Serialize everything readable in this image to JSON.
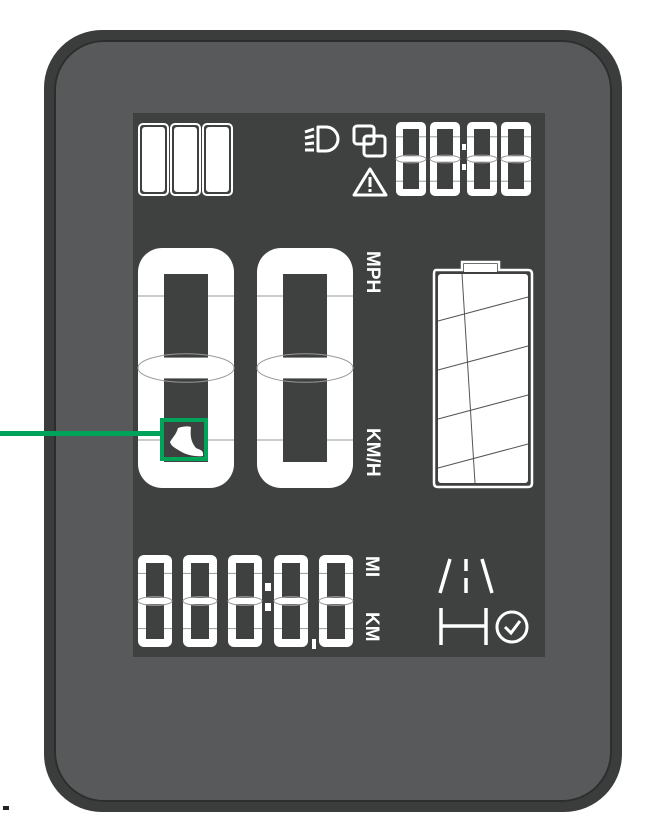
{
  "units": {
    "speed_imperial": "MPH",
    "speed_metric": "KM/H",
    "distance_imperial": "MI",
    "distance_metric": "KM"
  },
  "icons": {
    "assist_bars": "assist-level-bars-icon",
    "headlight": "headlight-icon",
    "multi_window": "overlap-squares-icon",
    "warning": "warning-triangle-icon",
    "battery": "battery-icon",
    "walk": "walk-assist-foot-icon",
    "trip": "road-trip-icon",
    "ride_time": "distance-clock-icon"
  },
  "battery": {
    "segments": 5
  },
  "colors": {
    "callout": "#00a35a",
    "screen": "#3f4140",
    "body": "#58595a",
    "segment": "#ffffff"
  }
}
